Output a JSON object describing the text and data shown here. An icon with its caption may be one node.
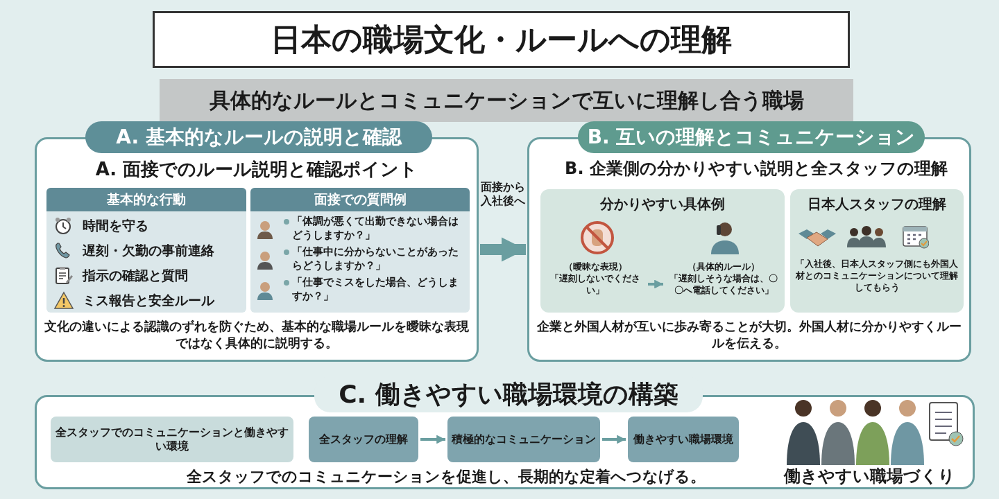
{
  "diagram": {
    "title": "日本の職場文化・ルールへの理解",
    "nodes": [
      {
        "text": [
          "A. 基本的なルールの説明と確認",
          "A. 面接でのルール説明と確認ポイント",
          "文化の違いによる認識のずれを防ぐため、基本的な職場ルールを曖昧な表現ではなく具体的に説明する。"
        ]
      },
      {
        "text": [
          "基本的な行動",
          "時間を守る",
          "遅刻・欠勤の事前連絡",
          "指示の確認と質問",
          "ミス報告と安全ルール"
        ],
        "in": 0
      },
      {
        "text": [
          "面接での質問例",
          "「体調が悪くて出勤できない場合はどうしますか？」",
          "「仕事中に分からないことがあったらどうしますか？」",
          "「仕事でミスをした場合、どうしますか？」"
        ],
        "in": 0
      },
      {
        "text": [
          "B. 互いの理解とコミュニケーション",
          "B. 企業側の分かりやすい説明と全スタッフの理解",
          "企業と外国人材が互いに歩み寄ることが大切。外国人材に分かりやすくルールを伝える。"
        ]
      },
      {
        "text": [
          "分かりやすい具体例"
        ],
        "in": 3
      },
      {
        "text": [
          "（曖昧な表現）",
          "「遅刻しないでください」"
        ],
        "in": 4
      },
      {
        "text": [
          "（具体的ルール）",
          "「遅刻しそうな場合は、〇〇へ電話してください」"
        ],
        "in": 4
      },
      {
        "text": [
          "日本人スタッフの理解",
          "「入社後、日本人スタッフ側にも外国人材とのコミュニケーションについて理解してもらう"
        ],
        "in": 3
      },
      {
        "text": [
          "C. 働きやすい職場環境の構築",
          "全スタッフでのコミュニケーションを促進し、長期的な定着へつなげる。"
        ]
      },
      {
        "text": [
          "全スタッフでのコミュニケーションと働きやすい環境"
        ],
        "in": 8
      },
      {
        "text": [
          "全スタッフの理解"
        ],
        "in": 8
      },
      {
        "text": [
          "積極的なコミュニケーション"
        ],
        "in": 8
      },
      {
        "text": [
          "働きやすい職場環境"
        ],
        "in": 8
      },
      {
        "text": [
          "働きやすい職場づくり"
        ],
        "in": 8
      }
    ],
    "edges": [
      {
        "from": 0,
        "to": 3,
        "arrow": "to",
        "label": "面接から入社後へ",
        "style": "thick"
      },
      {
        "from": 5,
        "to": 6,
        "arrow": "to"
      },
      {
        "from": 10,
        "to": 11,
        "arrow": "to"
      },
      {
        "from": 11,
        "to": 12,
        "arrow": "to"
      }
    ],
    "labels": [
      "具体的なルールとコミュニケーションで互いに理解し合う職場"
    ]
  }
}
